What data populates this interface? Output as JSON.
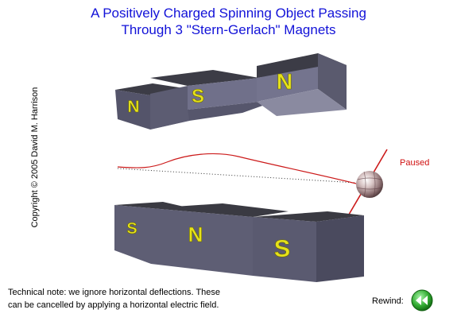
{
  "title": {
    "line1": "A Positively Charged Spinning Object Passing",
    "line2": "Through 3 \"Stern-Gerlach\" Magnets"
  },
  "copyright": "Copyright © 2005 David M. Harrison",
  "status": "Paused",
  "note": {
    "line1": "Technical note: we ignore horizontal deflections. These",
    "line2": "can be cancelled by applying a horizontal electric field."
  },
  "rewind": {
    "label": "Rewind:",
    "icon": "double-left-arrow-icon"
  },
  "magnets": {
    "top": [
      "N",
      "S",
      "N"
    ],
    "bottom": [
      "S",
      "N",
      "S"
    ]
  },
  "colors": {
    "title": "#1212d8",
    "status": "#d01010",
    "trajectory": "#cc1a1a",
    "pole_letter": "#e6e21a",
    "rewind": "#2fa82f"
  }
}
